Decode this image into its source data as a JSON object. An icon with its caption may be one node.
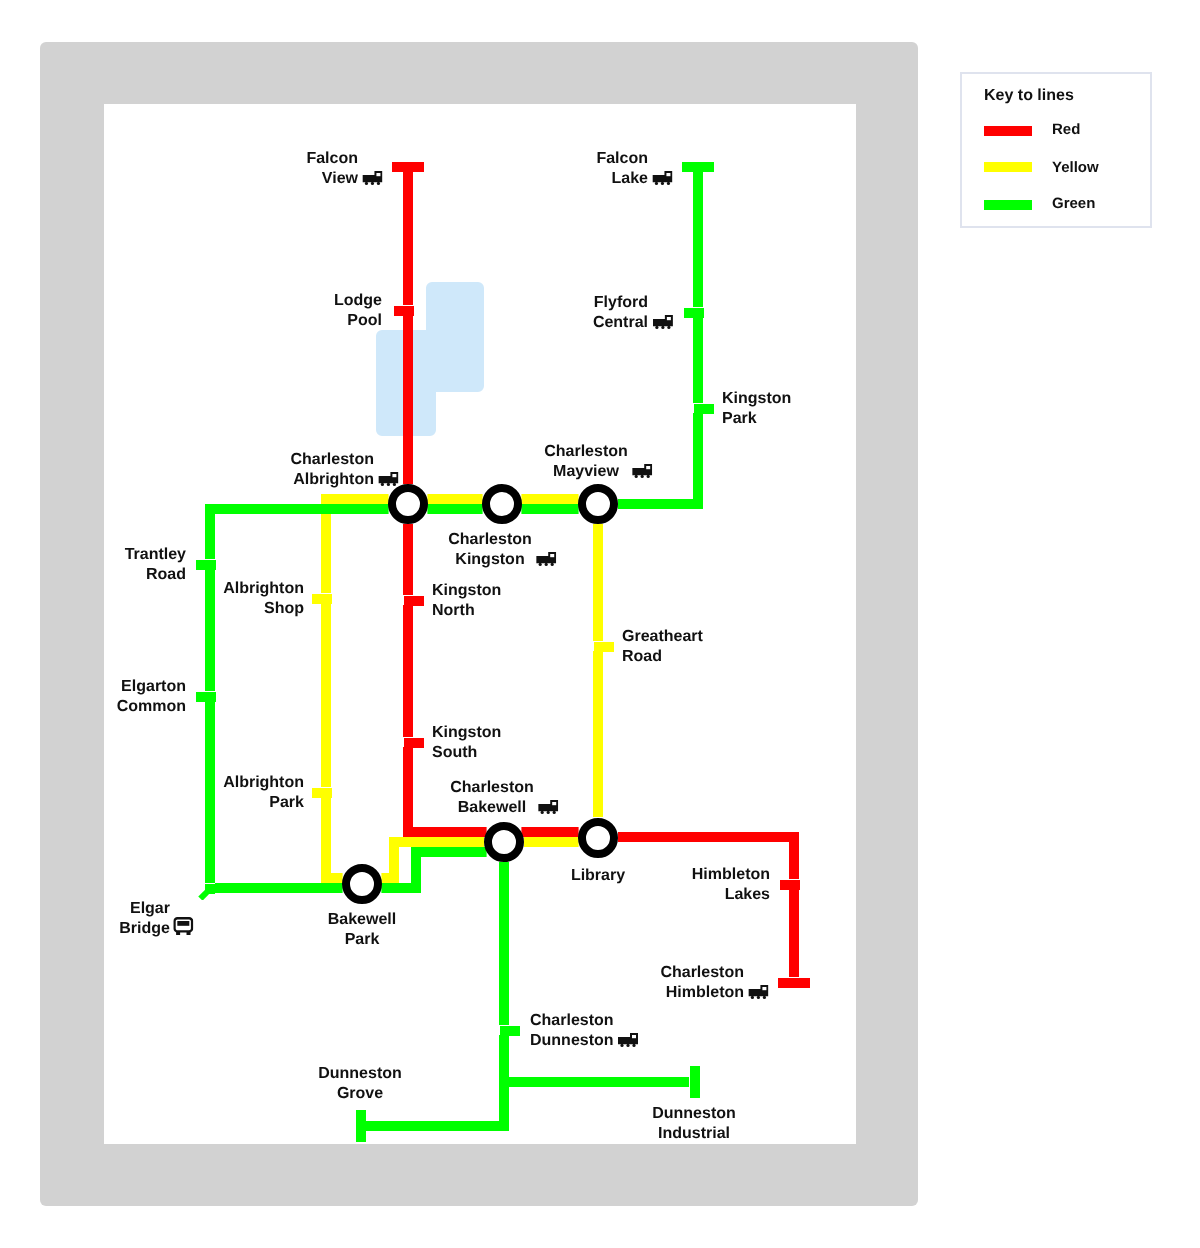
{
  "diagram": {
    "nodes": [
      {
        "text": [],
        "shape": "bar",
        "beside": [
          "Falcon View"
        ]
      },
      {
        "text": [],
        "shape": "bar",
        "beside": [
          "Falcon Lake"
        ]
      },
      {
        "text": [],
        "shape": "bar",
        "beside": [
          "Lodge Pool"
        ]
      },
      {
        "text": [],
        "shape": "bar",
        "beside": [
          "Flyford Central"
        ]
      },
      {
        "text": [],
        "shape": "bar",
        "beside": [
          "Kingston Park"
        ]
      },
      {
        "text": [],
        "shape": "circle",
        "beside": [
          "Charleston Albrighton"
        ]
      },
      {
        "text": [],
        "shape": "circle",
        "beside": [
          "Charleston Mayview"
        ]
      },
      {
        "text": [],
        "shape": "circle",
        "beside": [
          "Charleston Kingston"
        ]
      },
      {
        "text": [],
        "shape": "bar",
        "beside": [
          "Trantley Road"
        ]
      },
      {
        "text": [],
        "shape": "bar",
        "beside": [
          "Albrighton Shop"
        ]
      },
      {
        "text": [],
        "shape": "bar",
        "beside": [
          "Kingston North"
        ]
      },
      {
        "text": [],
        "shape": "bar",
        "beside": [
          "Greatheart Road"
        ]
      },
      {
        "text": [],
        "shape": "bar",
        "beside": [
          "Elgarton Common"
        ]
      },
      {
        "text": [],
        "shape": "bar",
        "beside": [
          "Kingston South"
        ]
      },
      {
        "text": [],
        "shape": "bar",
        "beside": [
          "Albrighton Park"
        ]
      },
      {
        "text": [],
        "shape": "circle",
        "beside": [
          "Charleston Bakewell"
        ]
      },
      {
        "text": [],
        "shape": "circle",
        "beside": [
          "Library"
        ]
      },
      {
        "text": [],
        "shape": "bar",
        "beside": [
          "Himbleton Lakes"
        ]
      },
      {
        "text": [],
        "shape": "bar",
        "beside": [
          "Elgar Bridge"
        ]
      },
      {
        "text": [],
        "shape": "circle",
        "beside": [
          "Bakewell Park"
        ]
      },
      {
        "text": [],
        "shape": "bar",
        "beside": [
          "Charleston Himbleton"
        ]
      },
      {
        "text": [],
        "shape": "bar",
        "beside": [
          "Charleston Dunneston"
        ]
      },
      {
        "text": [],
        "shape": "bar",
        "beside": [
          "Dunneston Grove"
        ]
      },
      {
        "text": [],
        "shape": "bar",
        "beside": [
          "Dunneston Industrial"
        ]
      }
    ],
    "edges": [
      {
        "from": 0,
        "to": 2,
        "arrow": "none",
        "color": "#ff0000"
      },
      {
        "from": 2,
        "to": 5,
        "arrow": "none",
        "color": "#ff0000"
      },
      {
        "from": 5,
        "to": 10,
        "arrow": "none",
        "color": "#ff0000"
      },
      {
        "from": 10,
        "to": 13,
        "arrow": "none",
        "color": "#ff0000"
      },
      {
        "from": 13,
        "to": 15,
        "arrow": "none",
        "color": "#ff0000"
      },
      {
        "from": 15,
        "to": 16,
        "arrow": "none",
        "color": "#ff0000"
      },
      {
        "from": 16,
        "to": 17,
        "arrow": "none",
        "color": "#ff0000"
      },
      {
        "from": 17,
        "to": 20,
        "arrow": "none",
        "color": "#ff0000"
      },
      {
        "from": 6,
        "to": 7,
        "arrow": "none",
        "color": "#ffff00"
      },
      {
        "from": 7,
        "to": 5,
        "arrow": "none",
        "color": "#ffff00"
      },
      {
        "from": 5,
        "to": 9,
        "arrow": "none",
        "color": "#ffff00"
      },
      {
        "from": 9,
        "to": 14,
        "arrow": "none",
        "color": "#ffff00"
      },
      {
        "from": 14,
        "to": 19,
        "arrow": "none",
        "color": "#ffff00"
      },
      {
        "from": 19,
        "to": 15,
        "arrow": "none",
        "color": "#ffff00"
      },
      {
        "from": 15,
        "to": 16,
        "arrow": "none",
        "color": "#ffff00"
      },
      {
        "from": 16,
        "to": 11,
        "arrow": "none",
        "color": "#ffff00"
      },
      {
        "from": 11,
        "to": 6,
        "arrow": "none",
        "color": "#ffff00"
      },
      {
        "from": 1,
        "to": 3,
        "arrow": "none",
        "color": "#00ff00"
      },
      {
        "from": 3,
        "to": 4,
        "arrow": "none",
        "color": "#00ff00"
      },
      {
        "from": 4,
        "to": 6,
        "arrow": "none",
        "color": "#00ff00"
      },
      {
        "from": 6,
        "to": 7,
        "arrow": "none",
        "color": "#00ff00"
      },
      {
        "from": 7,
        "to": 5,
        "arrow": "none",
        "color": "#00ff00"
      },
      {
        "from": 5,
        "to": 8,
        "arrow": "none",
        "color": "#00ff00"
      },
      {
        "from": 8,
        "to": 12,
        "arrow": "none",
        "color": "#00ff00"
      },
      {
        "from": 12,
        "to": 18,
        "arrow": "none",
        "color": "#00ff00"
      },
      {
        "from": 18,
        "to": 19,
        "arrow": "none",
        "color": "#00ff00"
      },
      {
        "from": 19,
        "to": 15,
        "arrow": "none",
        "color": "#00ff00"
      },
      {
        "from": 15,
        "to": 21,
        "arrow": "none",
        "color": "#00ff00"
      },
      {
        "from": 21,
        "to": 23,
        "arrow": "none",
        "color": "#00ff00"
      },
      {
        "from": 21,
        "to": 22,
        "arrow": "none",
        "color": "#00ff00"
      }
    ],
    "labels": [
      "Key to lines"
    ],
    "legend": [
      {
        "text": "Red",
        "color": "#ff0000"
      },
      {
        "text": "Yellow",
        "color": "#ffff00"
      },
      {
        "text": "Green",
        "color": "#00ff00"
      }
    ]
  }
}
